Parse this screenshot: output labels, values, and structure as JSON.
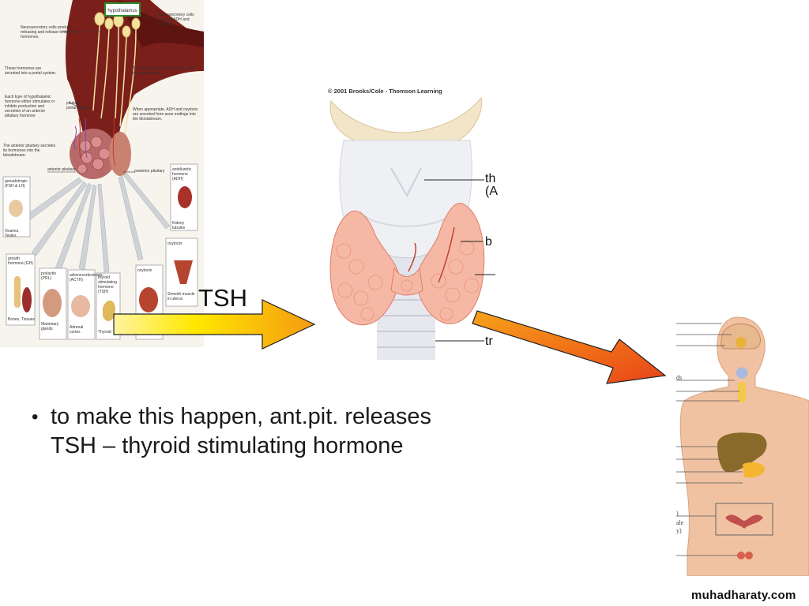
{
  "slide": {
    "bullet_lines": [
      "to make this happen, ant.pit. releases",
      "TSH – thyroid stimulating hormone"
    ],
    "arrow_label": "TSH",
    "watermark": "muhadharaty.com"
  },
  "pituitary_figure": {
    "box_label": "hypothalamus",
    "annotations": [
      "Neurosecretory cells produce releasing and release-inhibiting hormones.",
      "Neurosecretory cells produce ADH and oxytocin",
      "These hormones are secreted into a portal system.",
      "These hormones move down axons to axon endings.",
      "Each type of hypothalamic hormone either stimulates or inhibits production and secretion of an anterior pituitary hormone",
      "pituitary portal system",
      "When appropriate, ADH and oxytocin are secreted from axon endings into the bloodstream.",
      "The anterior pituitary secretes its hormones into the bloodstream.",
      "anterior pituitary",
      "posterior pituitary"
    ],
    "targets": [
      {
        "hormone": "gonadotropic (FSH & LH)",
        "organ": "Ovaries, Testes"
      },
      {
        "hormone": "growth hormone (GH)",
        "organ": "Bones, Tissues"
      },
      {
        "hormone": "prolactin (PRL)",
        "organ": "Mammary glands"
      },
      {
        "hormone": "adrenocorticotropic (ACTH)",
        "organ": "Adrenal cortex"
      },
      {
        "hormone": "thyroid stimulating hormone (TSH)",
        "organ": "Thyroid"
      },
      {
        "hormone": "oxytocin",
        "organ": ""
      },
      {
        "hormone": "antidiuretic hormone (ADH)",
        "organ": "Kidney tubules"
      },
      {
        "hormone": "oxytocin",
        "organ": "Smooth muscle in uterus"
      }
    ]
  },
  "thyroid_figure": {
    "copyright": "© 2001 Brooks/Cole - Thomson Learning",
    "labels": [
      "th",
      "(A",
      "b",
      "tr"
    ]
  },
  "body_figure": {
    "labels": [
      "ds",
      "ale",
      "y)",
      ")"
    ]
  },
  "colors": {
    "arrow_yellow": "#ffe800",
    "arrow_orange": "#f59a12",
    "arrow_red": "#e8451a",
    "tissue_maroon": "#7a1f1a",
    "thyroid_pink": "#f5b8a5"
  }
}
